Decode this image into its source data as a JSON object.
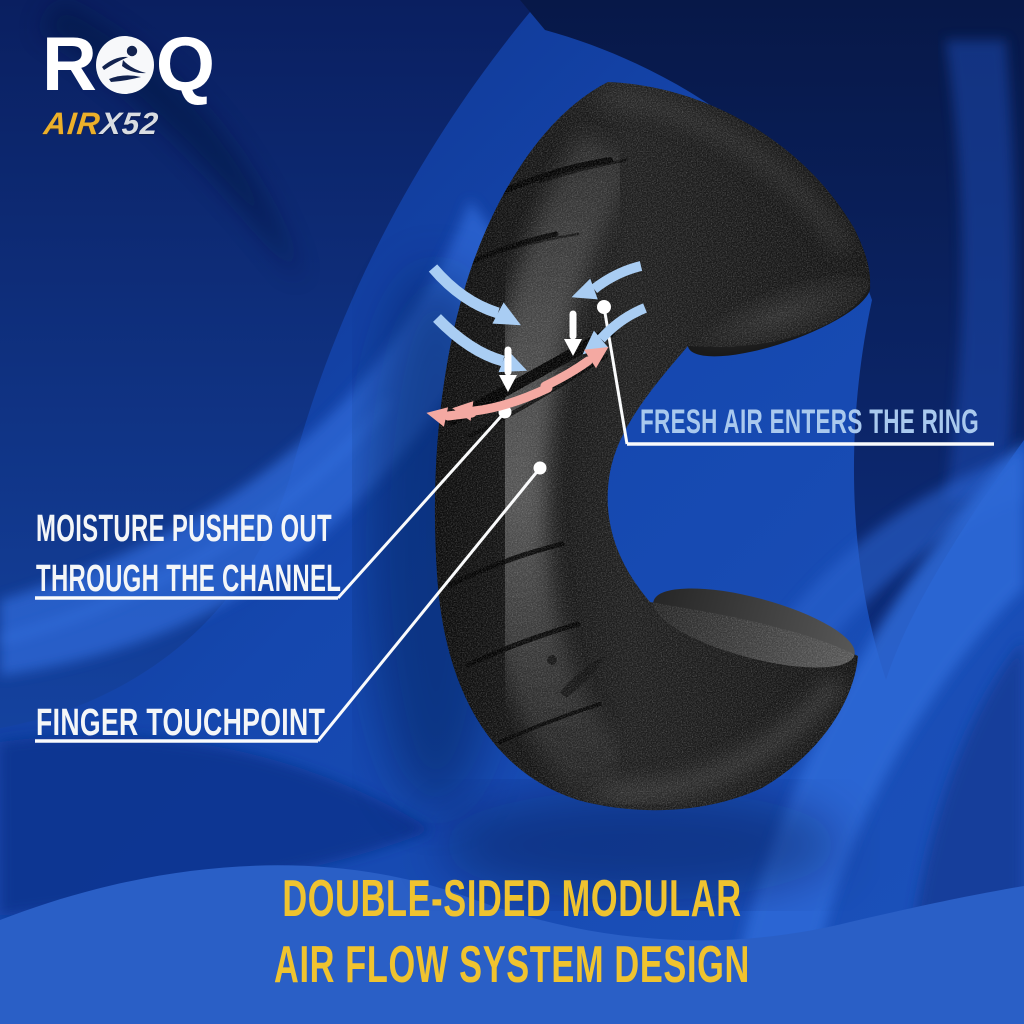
{
  "brand": {
    "logo_r": "R",
    "logo_q": "Q",
    "logo_figure_icon": "leaping-athlete-icon",
    "model_air": "AIR",
    "model_number": "X52"
  },
  "callouts": {
    "fresh_air": "FRESH AIR ENTERS THE RING",
    "moisture_line1": "MOISTURE PUSHED OUT",
    "moisture_line2": "THROUGH THE CHANNEL",
    "finger": "FINGER TOUCHPOINT"
  },
  "footer_title": {
    "line1": "DOUBLE-SIDED MODULAR",
    "line2": "AIR FLOW SYSTEM DESIGN"
  },
  "diagram_icons": {
    "air_in_left": "curved-airflow-arrows-icon",
    "air_in_right": "curved-airflow-arrows-icon",
    "air_down": "small-down-arrows-icon",
    "moisture_out": "pink-moisture-arrows-icon",
    "callout_markers": "white-dot-leader-lines"
  },
  "colors": {
    "callout_white": "#f4f6f8",
    "callout_light_blue": "#a9c9ee",
    "accent_yellow": "#efc32f",
    "logo_gold": "#edb02a",
    "arrow_blue": "#a9cdf3",
    "arrow_pink": "#f4a9a2",
    "leader_white": "#fafbfc",
    "background_blue": "#1547ae",
    "background_navy": "#0a1e5e",
    "background_bright": "#2e6ad8",
    "ring_black": "#161616"
  }
}
